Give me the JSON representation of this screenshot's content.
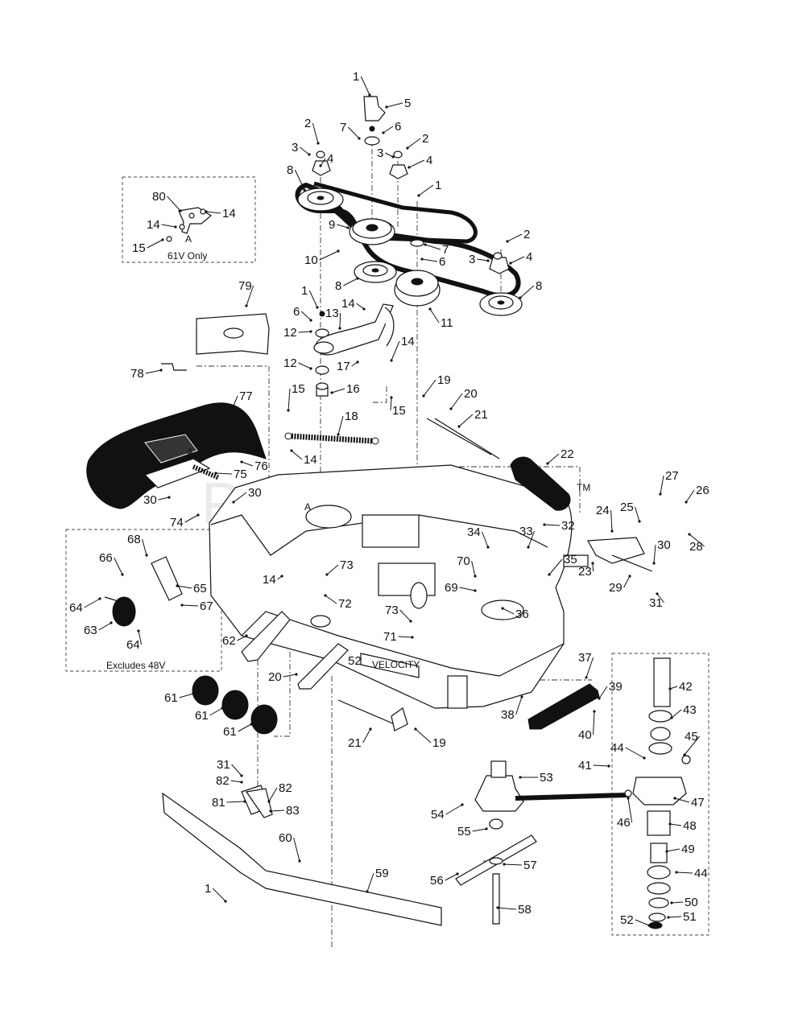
{
  "watermark": "PartsTree",
  "watermark_tm": "TM",
  "notes": {
    "only_61v": "61V Only",
    "excludes_48v": "Excludes 48V",
    "detail_marker": "A",
    "deck_marker": "A",
    "deck_badge_size": "52",
    "deck_badge_brand": "VELOCITY"
  },
  "callouts": [
    {
      "id": "c1",
      "text": "1"
    },
    {
      "id": "c2",
      "text": "5"
    },
    {
      "id": "c3",
      "text": "2"
    },
    {
      "id": "c4",
      "text": "6"
    },
    {
      "id": "c5",
      "text": "7"
    },
    {
      "id": "c6",
      "text": "2"
    },
    {
      "id": "c7",
      "text": "3"
    },
    {
      "id": "c8",
      "text": "4"
    },
    {
      "id": "c9",
      "text": "3"
    },
    {
      "id": "c10",
      "text": "4"
    },
    {
      "id": "c11",
      "text": "8"
    },
    {
      "id": "c12",
      "text": "1"
    },
    {
      "id": "c13",
      "text": "80"
    },
    {
      "id": "c14",
      "text": "14"
    },
    {
      "id": "c15",
      "text": "14"
    },
    {
      "id": "c16",
      "text": "15"
    },
    {
      "id": "c17",
      "text": "9"
    },
    {
      "id": "c18",
      "text": "2"
    },
    {
      "id": "c19",
      "text": "7"
    },
    {
      "id": "c20",
      "text": "3"
    },
    {
      "id": "c21",
      "text": "4"
    },
    {
      "id": "c22",
      "text": "6"
    },
    {
      "id": "c23",
      "text": "10"
    },
    {
      "id": "c24",
      "text": "8"
    },
    {
      "id": "c25",
      "text": "8"
    },
    {
      "id": "c26",
      "text": "79"
    },
    {
      "id": "c27",
      "text": "1"
    },
    {
      "id": "c28",
      "text": "14"
    },
    {
      "id": "c29",
      "text": "13"
    },
    {
      "id": "c30",
      "text": "11"
    },
    {
      "id": "c31",
      "text": "6"
    },
    {
      "id": "c32",
      "text": "12"
    },
    {
      "id": "c33",
      "text": "14"
    },
    {
      "id": "c34",
      "text": "12"
    },
    {
      "id": "c35",
      "text": "17"
    },
    {
      "id": "c36",
      "text": "78"
    },
    {
      "id": "c37",
      "text": "15"
    },
    {
      "id": "c38",
      "text": "16"
    },
    {
      "id": "c39",
      "text": "15"
    },
    {
      "id": "c40",
      "text": "19"
    },
    {
      "id": "c41",
      "text": "20"
    },
    {
      "id": "c42",
      "text": "77"
    },
    {
      "id": "c43",
      "text": "18"
    },
    {
      "id": "c44",
      "text": "21"
    },
    {
      "id": "c45",
      "text": "14"
    },
    {
      "id": "c46",
      "text": "22"
    },
    {
      "id": "c47",
      "text": "76"
    },
    {
      "id": "c48",
      "text": "75"
    },
    {
      "id": "c49",
      "text": "30"
    },
    {
      "id": "c50",
      "text": "30"
    },
    {
      "id": "c51",
      "text": "27"
    },
    {
      "id": "c52",
      "text": "26"
    },
    {
      "id": "c53",
      "text": "74"
    },
    {
      "id": "c54",
      "text": "24"
    },
    {
      "id": "c55",
      "text": "25"
    },
    {
      "id": "c56",
      "text": "32"
    },
    {
      "id": "c57",
      "text": "28"
    },
    {
      "id": "c58",
      "text": "68"
    },
    {
      "id": "c59",
      "text": "34"
    },
    {
      "id": "c60",
      "text": "33"
    },
    {
      "id": "c61",
      "text": "66"
    },
    {
      "id": "c62",
      "text": "65"
    },
    {
      "id": "c63",
      "text": "14"
    },
    {
      "id": "c64",
      "text": "73"
    },
    {
      "id": "c65",
      "text": "70"
    },
    {
      "id": "c66",
      "text": "35"
    },
    {
      "id": "c67",
      "text": "30"
    },
    {
      "id": "c68",
      "text": "23"
    },
    {
      "id": "c69",
      "text": "69"
    },
    {
      "id": "c70",
      "text": "29"
    },
    {
      "id": "c71",
      "text": "64"
    },
    {
      "id": "c72",
      "text": "67"
    },
    {
      "id": "c73",
      "text": "72"
    },
    {
      "id": "c74",
      "text": "36"
    },
    {
      "id": "c75",
      "text": "31"
    },
    {
      "id": "c76",
      "text": "63"
    },
    {
      "id": "c77",
      "text": "73"
    },
    {
      "id": "c78",
      "text": "64"
    },
    {
      "id": "c79",
      "text": "62"
    },
    {
      "id": "c80",
      "text": "71"
    },
    {
      "id": "c81",
      "text": "37"
    },
    {
      "id": "c82",
      "text": "20"
    },
    {
      "id": "c83",
      "text": "39"
    },
    {
      "id": "c84",
      "text": "42"
    },
    {
      "id": "c85",
      "text": "61"
    },
    {
      "id": "c86",
      "text": "38"
    },
    {
      "id": "c87",
      "text": "40"
    },
    {
      "id": "c88",
      "text": "43"
    },
    {
      "id": "c89",
      "text": "61"
    },
    {
      "id": "c90",
      "text": "61"
    },
    {
      "id": "c91",
      "text": "21"
    },
    {
      "id": "c92",
      "text": "19"
    },
    {
      "id": "c93",
      "text": "44"
    },
    {
      "id": "c94",
      "text": "45"
    },
    {
      "id": "c95",
      "text": "41"
    },
    {
      "id": "c96",
      "text": "31"
    },
    {
      "id": "c97",
      "text": "53"
    },
    {
      "id": "c98",
      "text": "82"
    },
    {
      "id": "c99",
      "text": "82"
    },
    {
      "id": "c100",
      "text": "47"
    },
    {
      "id": "c101",
      "text": "81"
    },
    {
      "id": "c102",
      "text": "83"
    },
    {
      "id": "c103",
      "text": "54"
    },
    {
      "id": "c104",
      "text": "46"
    },
    {
      "id": "c105",
      "text": "48"
    },
    {
      "id": "c106",
      "text": "55"
    },
    {
      "id": "c107",
      "text": "60"
    },
    {
      "id": "c108",
      "text": "49"
    },
    {
      "id": "c109",
      "text": "57"
    },
    {
      "id": "c110",
      "text": "59"
    },
    {
      "id": "c111",
      "text": "56"
    },
    {
      "id": "c112",
      "text": "44"
    },
    {
      "id": "c113",
      "text": "1"
    },
    {
      "id": "c114",
      "text": "50"
    },
    {
      "id": "c115",
      "text": "58"
    },
    {
      "id": "c116",
      "text": "52"
    },
    {
      "id": "c117",
      "text": "51"
    }
  ]
}
